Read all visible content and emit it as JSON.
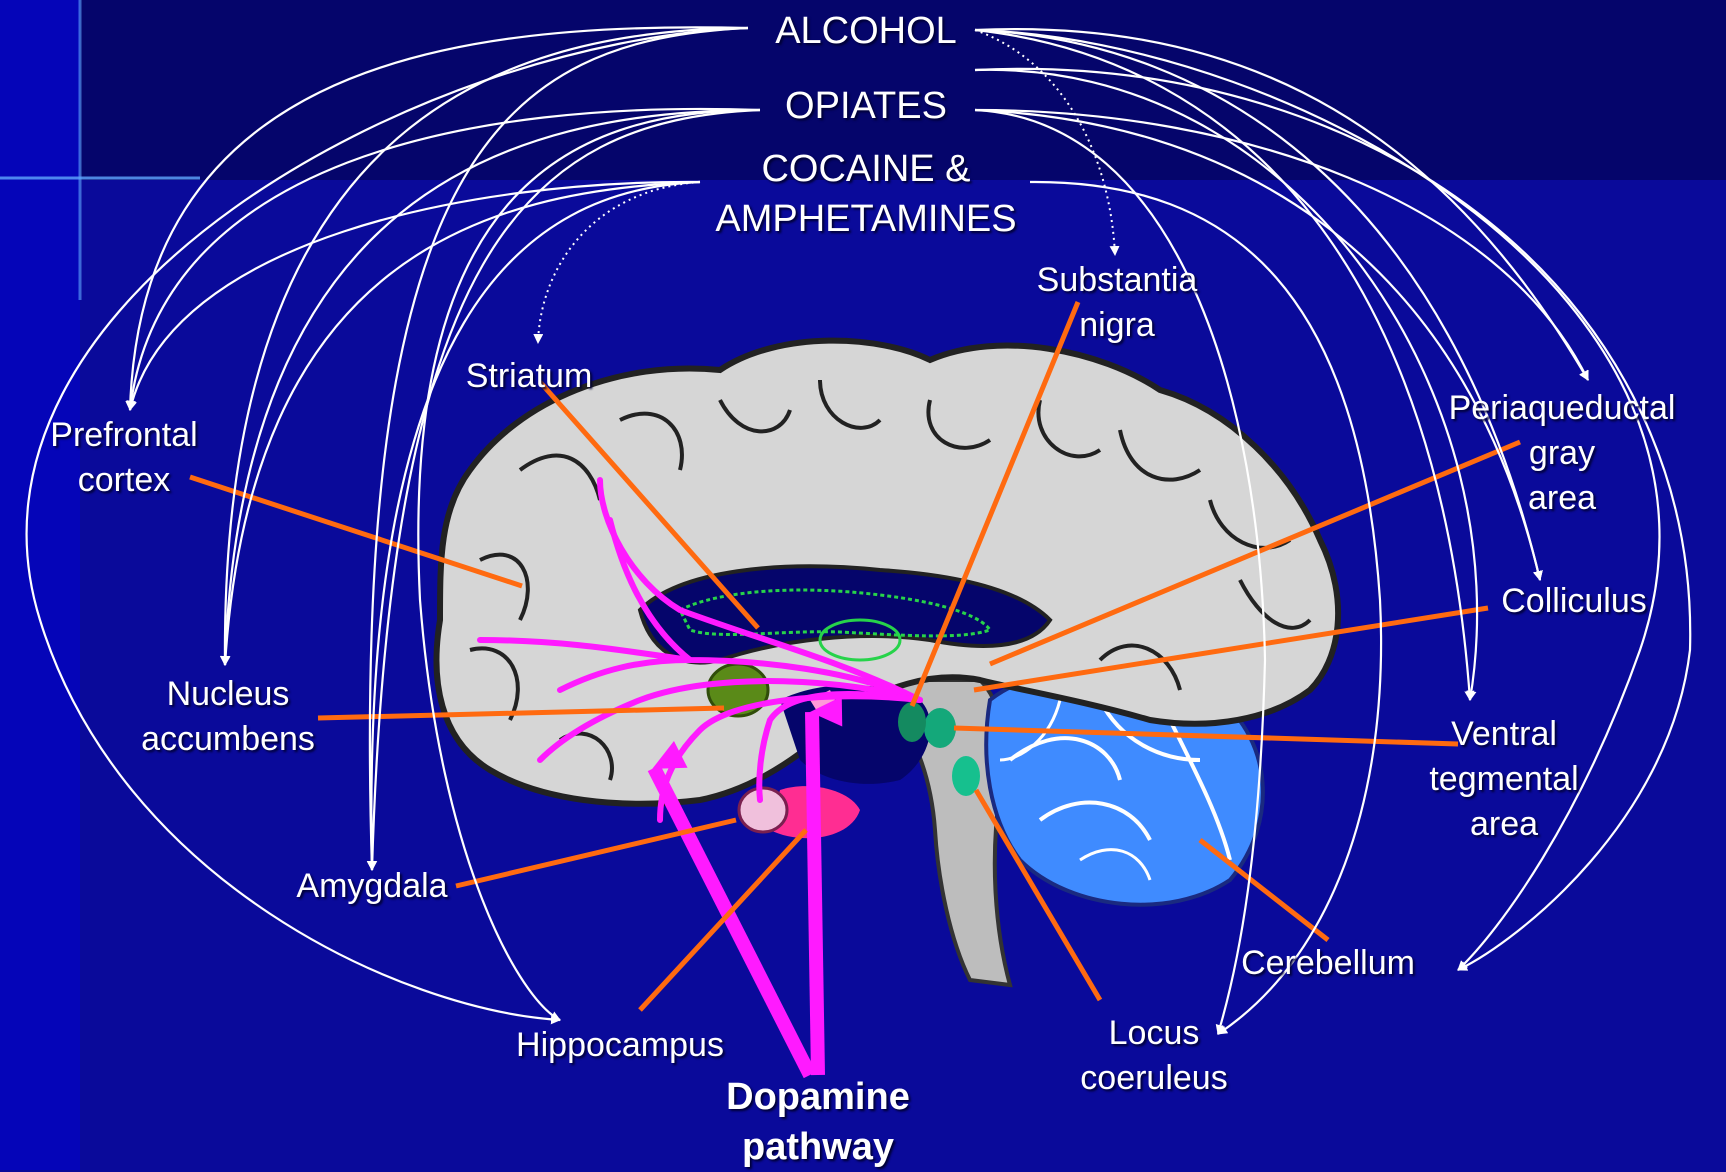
{
  "drugs": {
    "alcohol": "ALCOHOL",
    "opiates": "OPIATES",
    "cocaine_line1": "COCAINE &",
    "cocaine_line2": "AMPHETAMINES"
  },
  "regions": {
    "substantia_nigra": [
      "Substantia",
      "nigra"
    ],
    "striatum": "Striatum",
    "prefrontal_cortex": [
      "Prefrontal",
      "cortex"
    ],
    "periaqueductal_gray": [
      "Periaqueductal",
      "gray",
      "area"
    ],
    "colliculus": "Colliculus",
    "nucleus_accumbens": [
      "Nucleus",
      "accumbens"
    ],
    "ventral_tegmental": [
      "Ventral",
      "tegmental",
      "area"
    ],
    "amygdala": "Amygdala",
    "cerebellum": "Cerebellum",
    "hippocampus": "Hippocampus",
    "locus_coeruleus": [
      "Locus",
      "coeruleus"
    ]
  },
  "pathway": [
    "Dopamine",
    "pathway"
  ],
  "colors": {
    "background": "#0a0a9a",
    "header_band": "#05056b",
    "leader_line": "#ff6a10",
    "dopamine": "#ff1aff",
    "brain_fill": "#d6d6d6",
    "cerebellum": "#3f8bff"
  }
}
